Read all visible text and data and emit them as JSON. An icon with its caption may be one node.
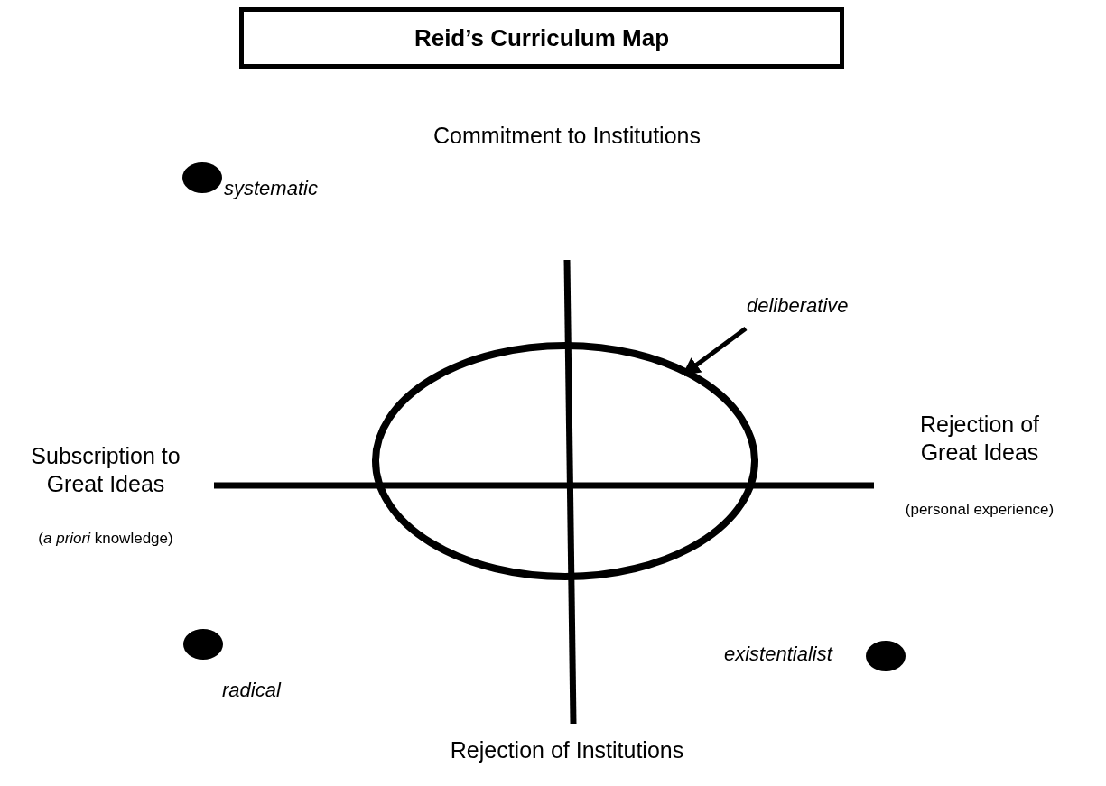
{
  "diagram": {
    "title": "Reid’s Curriculum Map",
    "nodes": [
      {
        "text": [],
        "shape": "circle",
        "beside": [
          "systematic"
        ]
      },
      {
        "text": [
          "deliberative"
        ]
      },
      {
        "text": [],
        "shape": "ellipse"
      },
      {
        "text": [],
        "shape": "circle",
        "beside": [
          "existentialist"
        ]
      },
      {
        "text": [],
        "shape": "circle",
        "beside": [
          "radical"
        ]
      }
    ],
    "edges": [
      {
        "from": 1,
        "to": 2,
        "arrow": "to"
      }
    ],
    "labels": [
      "Commitment to Institutions",
      "Subscription to Great Ideas",
      "(*a priori* knowledge)",
      "Rejection of Great Ideas",
      "(personal experience)",
      "Rejection of Institutions"
    ]
  }
}
